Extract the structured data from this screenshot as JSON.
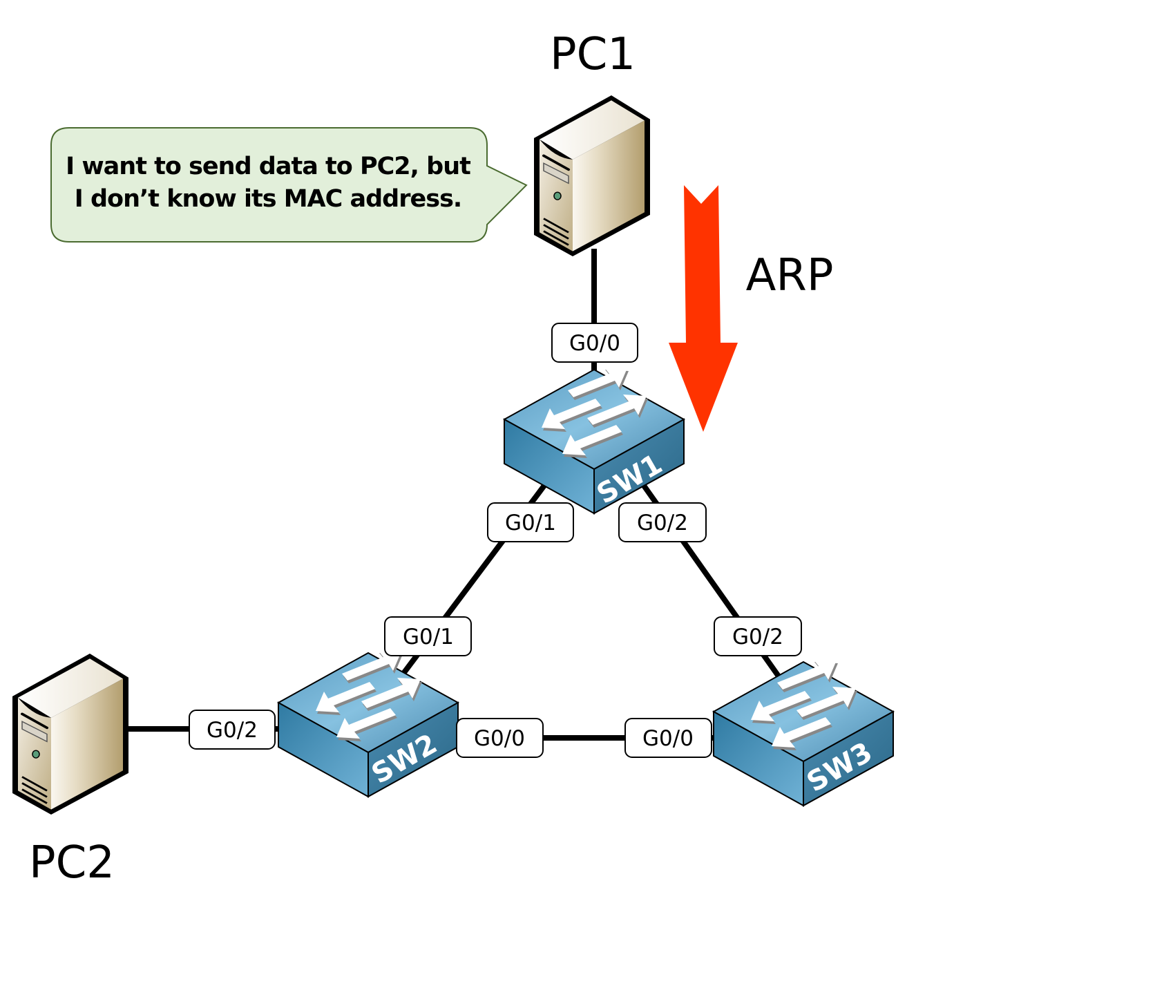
{
  "title": "ARP network topology",
  "devices": {
    "pc1": {
      "label": "PC1"
    },
    "pc2": {
      "label": "PC2"
    },
    "sw1": {
      "label": "SW1"
    },
    "sw2": {
      "label": "SW2"
    },
    "sw3": {
      "label": "SW3"
    }
  },
  "speech_bubble": {
    "line1": "I want to send data to PC2, but",
    "line2": "I don’t know its MAC address."
  },
  "arrow": {
    "label": "ARP",
    "direction": "down",
    "color": "#ff3300"
  },
  "links": [
    {
      "from": "PC1",
      "to": "SW1",
      "ports": [
        "G0/0"
      ]
    },
    {
      "from": "SW1",
      "to": "SW2",
      "ports": [
        "G0/1",
        "G0/1"
      ]
    },
    {
      "from": "SW1",
      "to": "SW3",
      "ports": [
        "G0/2",
        "G0/2"
      ]
    },
    {
      "from": "SW2",
      "to": "SW3",
      "ports": [
        "G0/0",
        "G0/0"
      ]
    },
    {
      "from": "PC2",
      "to": "SW2",
      "ports": [
        "G0/2"
      ]
    }
  ],
  "ports": {
    "sw1_g00": "G0/0",
    "sw1_g01": "G0/1",
    "sw1_g02": "G0/2",
    "sw2_g01": "G0/1",
    "sw2_g02": "G0/2",
    "sw2_g00": "G0/0",
    "sw3_g02": "G0/2",
    "sw3_g00": "G0/0"
  },
  "colors": {
    "bubble_fill": "#e2efda",
    "bubble_stroke": "#4a6b30",
    "switch_top": "#6aaed3",
    "switch_side": "#3b7ea3",
    "pc_body": "#e8dfc8"
  }
}
